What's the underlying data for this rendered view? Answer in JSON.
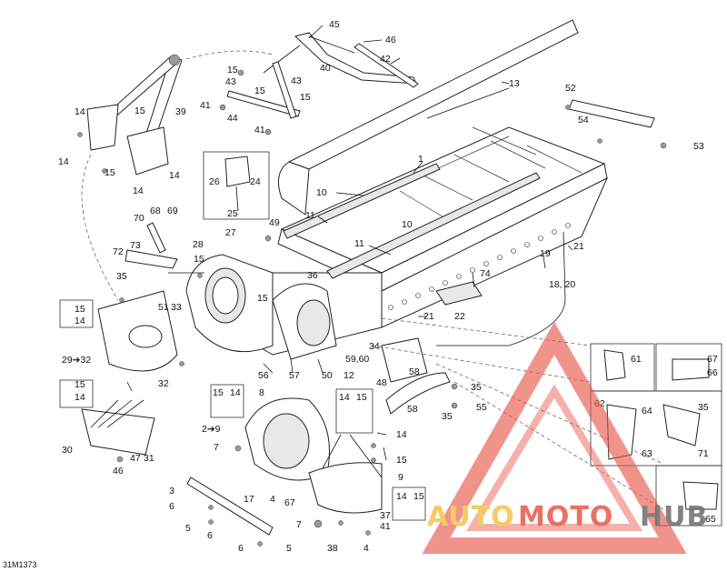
{
  "drawing_code": "31M1373",
  "watermark": {
    "part1": "AUTO",
    "part2": "MOTO",
    "part3": "HUB",
    "colors": {
      "red": "#e8584a",
      "yellow": "#f4c24a",
      "gray": "#6d6d6d"
    }
  },
  "callouts": {
    "c1": "1",
    "c3": "3",
    "c4": "4",
    "c5a": "5",
    "c5b": "5",
    "c6a": "6",
    "c6b": "6",
    "c7a": "7",
    "c7b": "7",
    "c8": "8",
    "c9": "9",
    "c10a": "10",
    "c10b": "10",
    "c11a": "11",
    "c11b": "11",
    "c12": "12",
    "c13": "13",
    "c14a": "14",
    "c14b": "14",
    "c14c": "14",
    "c14d": "14",
    "c14e": "14",
    "c14f": "14",
    "c14g": "14",
    "c14h": "14",
    "c14i": "14",
    "c15a": "15",
    "c15b": "15",
    "c15c": "15",
    "c15d": "15",
    "c15e": "15",
    "c15f": "15",
    "c15g": "15",
    "c15h": "15",
    "c15i": "15",
    "c15j": "15",
    "c15k": "15",
    "c15l": "15",
    "c17": "17",
    "c18": "18, 20",
    "c19": "19",
    "c21a": "21",
    "c21b": "21",
    "c22": "22",
    "c24": "24",
    "c25": "25",
    "c26": "26",
    "c27": "27",
    "c28": "28",
    "c29": "29➔32",
    "c2_9": "2➔9",
    "c30": "30",
    "c31": "31",
    "c32": "32",
    "c33": "33",
    "c34": "34",
    "c35a": "35",
    "c35b": "35",
    "c35c": "35",
    "c35d": "35",
    "c36": "36",
    "c37": "37",
    "c38": "38",
    "c39": "39",
    "c40": "40",
    "c41a": "41",
    "c41b": "41",
    "c41c": "41",
    "c42": "42",
    "c43a": "43",
    "c43b": "43",
    "c44": "44",
    "c45": "45",
    "c46a": "46",
    "c46b": "46",
    "c47": "47",
    "c48": "48",
    "c49": "49",
    "c50": "50",
    "c51": "51",
    "c52": "52",
    "c53": "53",
    "c54": "54",
    "c55": "55",
    "c56": "56",
    "c57": "57",
    "c58a": "58",
    "c58b": "58",
    "c5960": "59,60",
    "c61": "61",
    "c62": "62",
    "c63": "63",
    "c64": "64",
    "c65": "65",
    "c66": "66",
    "c67a": "67",
    "c67b": "67",
    "c68": "68",
    "c69": "69",
    "c70": "70",
    "c71": "71",
    "c72": "72",
    "c73": "73",
    "c74": "74"
  }
}
